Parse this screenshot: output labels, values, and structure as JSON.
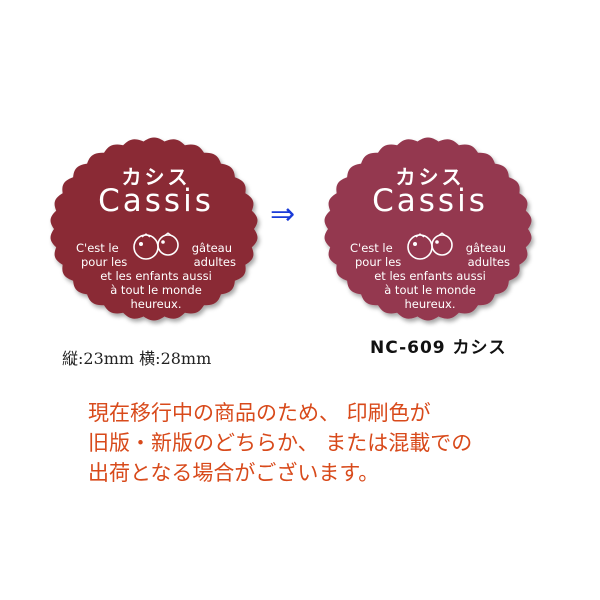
{
  "old_label": {
    "fill_color": "#8a2b36",
    "kana": "カシス",
    "name": "Cassis",
    "desc_line1_left": "C'est le",
    "desc_line1_right": "gâteau",
    "desc_line2_left": "pour les",
    "desc_line2_right": "adultes",
    "desc_line3": "et les enfants aussi",
    "desc_line4": "à tout le monde",
    "desc_line5": "heureux."
  },
  "new_label": {
    "fill_color": "#94394f",
    "kana": "カシス",
    "name": "Cassis",
    "desc_line1_left": "C'est le",
    "desc_line1_right": "gâteau",
    "desc_line2_left": "pour les",
    "desc_line2_right": "adultes",
    "desc_line3": "et les enfants aussi",
    "desc_line4": "à tout le monde",
    "desc_line5": "heureux."
  },
  "arrow": "⇒",
  "size_caption": "縦:23mm 横:28mm",
  "product_code": "NC-609 カシス",
  "notice": {
    "line1": "現在移行中の商品のため、 印刷色が",
    "line2": "旧版・新版のどちらか、 または混載での",
    "line3": "出荷となる場合がございます。"
  }
}
